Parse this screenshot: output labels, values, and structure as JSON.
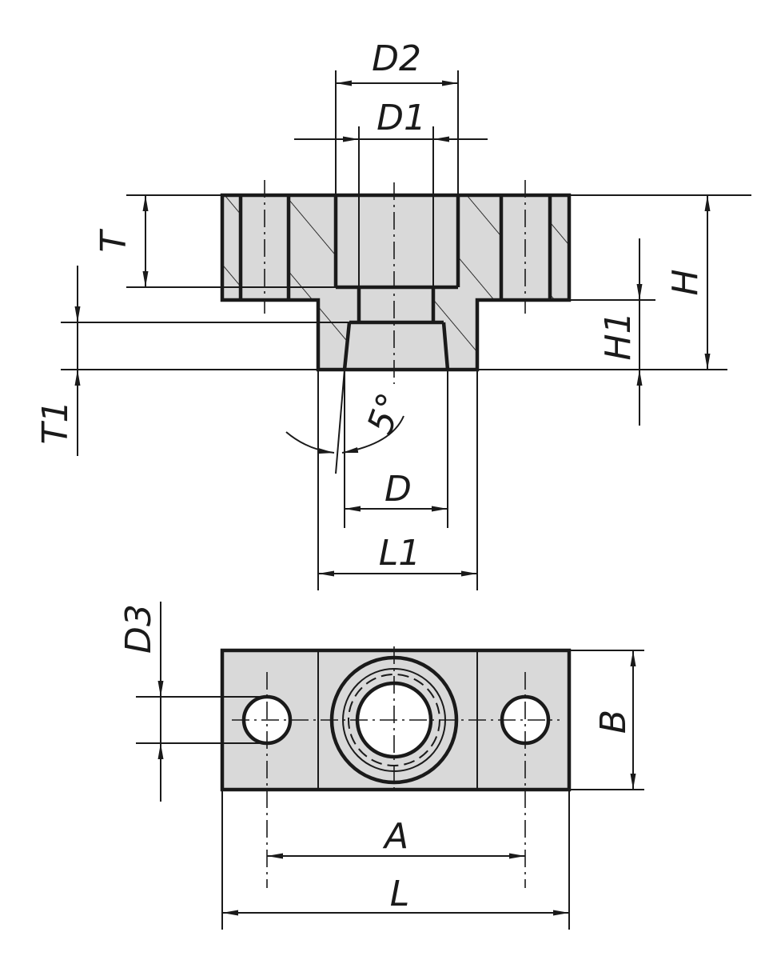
{
  "figure": {
    "labels": {
      "D2": "D2",
      "D1": "D1",
      "T": "T",
      "H": "H",
      "H1": "H1",
      "T1": "T1",
      "angle": "5°",
      "D": "D",
      "L1": "L1",
      "D3": "D3",
      "B": "B",
      "A": "A",
      "L": "L"
    },
    "colors": {
      "line": "#1a1a1a",
      "fill": "#d9d9d9",
      "background": "#ffffff"
    }
  }
}
